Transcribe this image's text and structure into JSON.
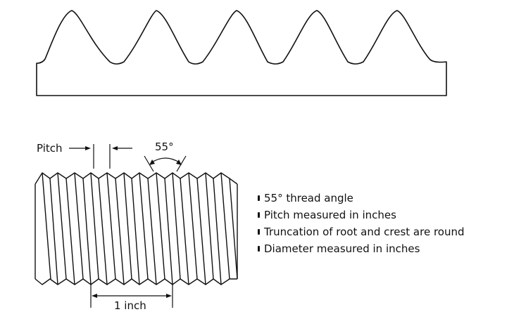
{
  "labels": {
    "pitch": "Pitch",
    "angle": "55°",
    "one_inch": "1 inch"
  },
  "bullets": [
    "55° thread angle",
    "Pitch measured in inches",
    "Truncation of root and crest are round",
    "Diameter measured in inches"
  ],
  "colors": {
    "stroke": "#111111",
    "background": "#ffffff"
  }
}
